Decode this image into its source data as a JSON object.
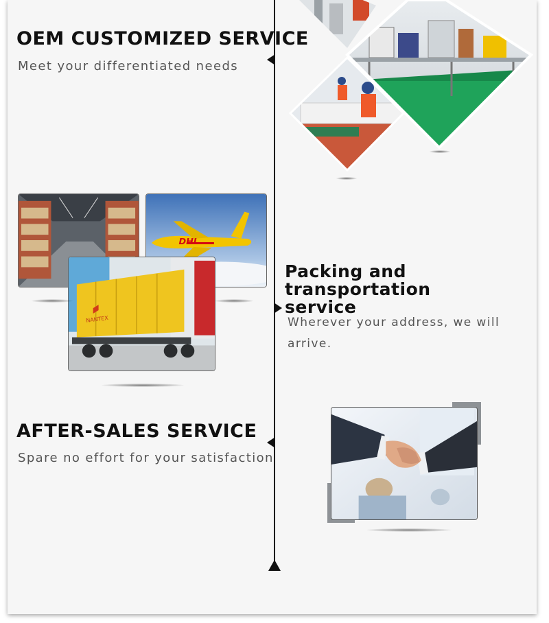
{
  "sections": {
    "oem": {
      "title": "OEM CUSTOMIZED SERVICE",
      "subtitle": "Meet your differentiated needs"
    },
    "packing": {
      "title_line1": "Packing and transportation",
      "title_line2": "service",
      "subtitle_line1": "Wherever your address, we will",
      "subtitle_line2": "arrive."
    },
    "after_sales": {
      "title": "AFTER-SALES SERVICE",
      "subtitle": "Spare no effort for your satisfaction"
    }
  },
  "photos": {
    "plane_logo": "DHL",
    "container_logo": "NANTEX"
  },
  "colors": {
    "accent_dark": "#111111",
    "panel_bg": "#f6f6f6",
    "dhl_yellow": "#f2c400",
    "dhl_red": "#d40511",
    "factory_green": "#1fa35a"
  }
}
